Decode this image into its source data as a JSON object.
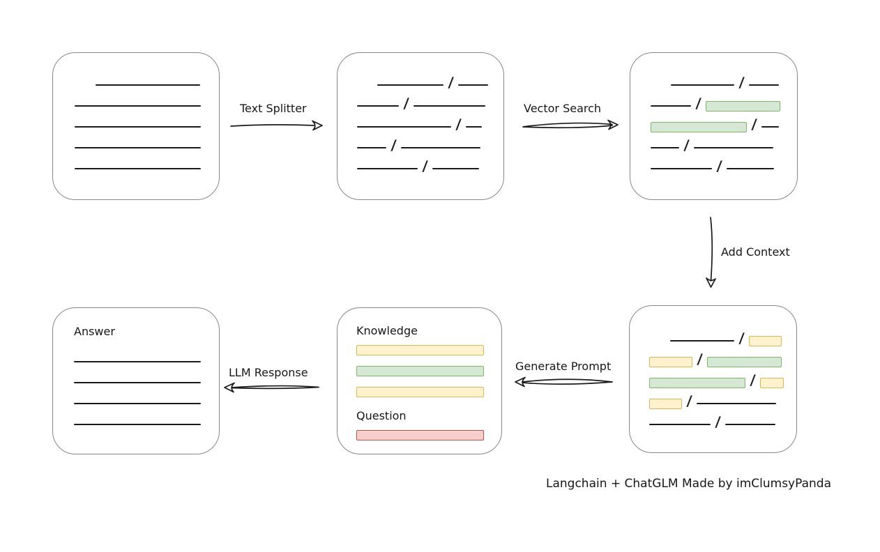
{
  "glyphs": {
    "slash": "/"
  },
  "colors": {
    "background": "#ffffff",
    "box_border": "#878787",
    "line": "#1a1a1a",
    "green_fill": "#d5e8d4",
    "green_border": "#82b366",
    "yellow_fill": "#fff2cc",
    "yellow_border": "#d6b656",
    "red_fill": "#f8cecc",
    "red_border": "#b85450"
  },
  "arrows": {
    "text_splitter": {
      "label": "Text Splitter",
      "direction": "right"
    },
    "vector_search": {
      "label": "Vector Search",
      "direction": "right"
    },
    "add_context": {
      "label": "Add Context",
      "direction": "down"
    },
    "generate_prompt": {
      "label": "Generate Prompt",
      "direction": "left"
    },
    "llm_response": {
      "label": "LLM Response",
      "direction": "left"
    }
  },
  "boxes": {
    "source_document": {
      "rows": [
        {
          "indent": 30,
          "segments": [
            {
              "t": "line",
              "w": 150
            }
          ]
        },
        {
          "segments": [
            {
              "t": "line",
              "w": 181
            }
          ]
        },
        {
          "segments": [
            {
              "t": "line",
              "w": 181
            }
          ]
        },
        {
          "segments": [
            {
              "t": "line",
              "w": 181
            }
          ]
        },
        {
          "segments": [
            {
              "t": "line",
              "w": 181
            }
          ]
        }
      ]
    },
    "split_text": {
      "rows": [
        {
          "indent": 29,
          "segments": [
            {
              "t": "line",
              "w": 95
            },
            {
              "t": "slash"
            },
            {
              "t": "line",
              "w": 43
            }
          ]
        },
        {
          "segments": [
            {
              "t": "line",
              "w": 60
            },
            {
              "t": "slash"
            },
            {
              "t": "line",
              "w": 103
            }
          ]
        },
        {
          "segments": [
            {
              "t": "line",
              "w": 135
            },
            {
              "t": "slash"
            },
            {
              "t": "line",
              "w": 23
            }
          ]
        },
        {
          "segments": [
            {
              "t": "line",
              "w": 42
            },
            {
              "t": "slash"
            },
            {
              "t": "line",
              "w": 114
            }
          ]
        },
        {
          "segments": [
            {
              "t": "line",
              "w": 87
            },
            {
              "t": "slash"
            },
            {
              "t": "line",
              "w": 67
            }
          ]
        }
      ]
    },
    "matched_text": {
      "rows": [
        {
          "indent": 29,
          "segments": [
            {
              "t": "line",
              "w": 91
            },
            {
              "t": "slash"
            },
            {
              "t": "line",
              "w": 43
            }
          ]
        },
        {
          "segments": [
            {
              "t": "line",
              "w": 58
            },
            {
              "t": "slash"
            },
            {
              "t": "chip",
              "color": "green",
              "w": 107
            }
          ]
        },
        {
          "segments": [
            {
              "t": "chip",
              "color": "green",
              "w": 138
            },
            {
              "t": "slash"
            },
            {
              "t": "line",
              "w": 25
            }
          ]
        },
        {
          "segments": [
            {
              "t": "line",
              "w": 41
            },
            {
              "t": "slash"
            },
            {
              "t": "line",
              "w": 114
            }
          ]
        },
        {
          "segments": [
            {
              "t": "line",
              "w": 88
            },
            {
              "t": "slash"
            },
            {
              "t": "line",
              "w": 68
            }
          ]
        }
      ]
    },
    "context_text": {
      "rows": [
        {
          "indent": 30,
          "segments": [
            {
              "t": "line",
              "w": 92
            },
            {
              "t": "slash"
            },
            {
              "t": "chip",
              "color": "yellow",
              "w": 47
            }
          ]
        },
        {
          "segments": [
            {
              "t": "chip",
              "color": "yellow",
              "w": 62
            },
            {
              "t": "slash"
            },
            {
              "t": "chip",
              "color": "green",
              "w": 107
            }
          ]
        },
        {
          "segments": [
            {
              "t": "chip",
              "color": "green",
              "w": 138
            },
            {
              "t": "slash"
            },
            {
              "t": "chip",
              "color": "yellow",
              "w": 34
            }
          ]
        },
        {
          "segments": [
            {
              "t": "chip",
              "color": "yellow",
              "w": 47
            },
            {
              "t": "slash"
            },
            {
              "t": "line",
              "w": 114
            }
          ]
        },
        {
          "segments": [
            {
              "t": "line",
              "w": 88
            },
            {
              "t": "slash"
            },
            {
              "t": "line",
              "w": 72
            }
          ]
        }
      ]
    },
    "prompt": {
      "knowledge_label": "Knowledge",
      "question_label": "Question",
      "knowledge_rows": [
        {
          "segments": [
            {
              "t": "chip",
              "color": "yellow",
              "w": 183
            }
          ]
        },
        {
          "segments": [
            {
              "t": "chip",
              "color": "green",
              "w": 183
            }
          ]
        },
        {
          "segments": [
            {
              "t": "chip",
              "color": "yellow",
              "w": 183
            }
          ]
        }
      ],
      "question_rows": [
        {
          "segments": [
            {
              "t": "chip",
              "color": "red",
              "w": 183
            }
          ]
        }
      ]
    },
    "answer": {
      "label": "Answer",
      "rows": [
        {
          "segments": [
            {
              "t": "line",
              "w": 182
            }
          ]
        },
        {
          "segments": [
            {
              "t": "line",
              "w": 182
            }
          ]
        },
        {
          "segments": [
            {
              "t": "line",
              "w": 182
            }
          ]
        },
        {
          "segments": [
            {
              "t": "line",
              "w": 182
            }
          ]
        }
      ]
    }
  },
  "credit": "Langchain + ChatGLM Made by imClumsyPanda"
}
